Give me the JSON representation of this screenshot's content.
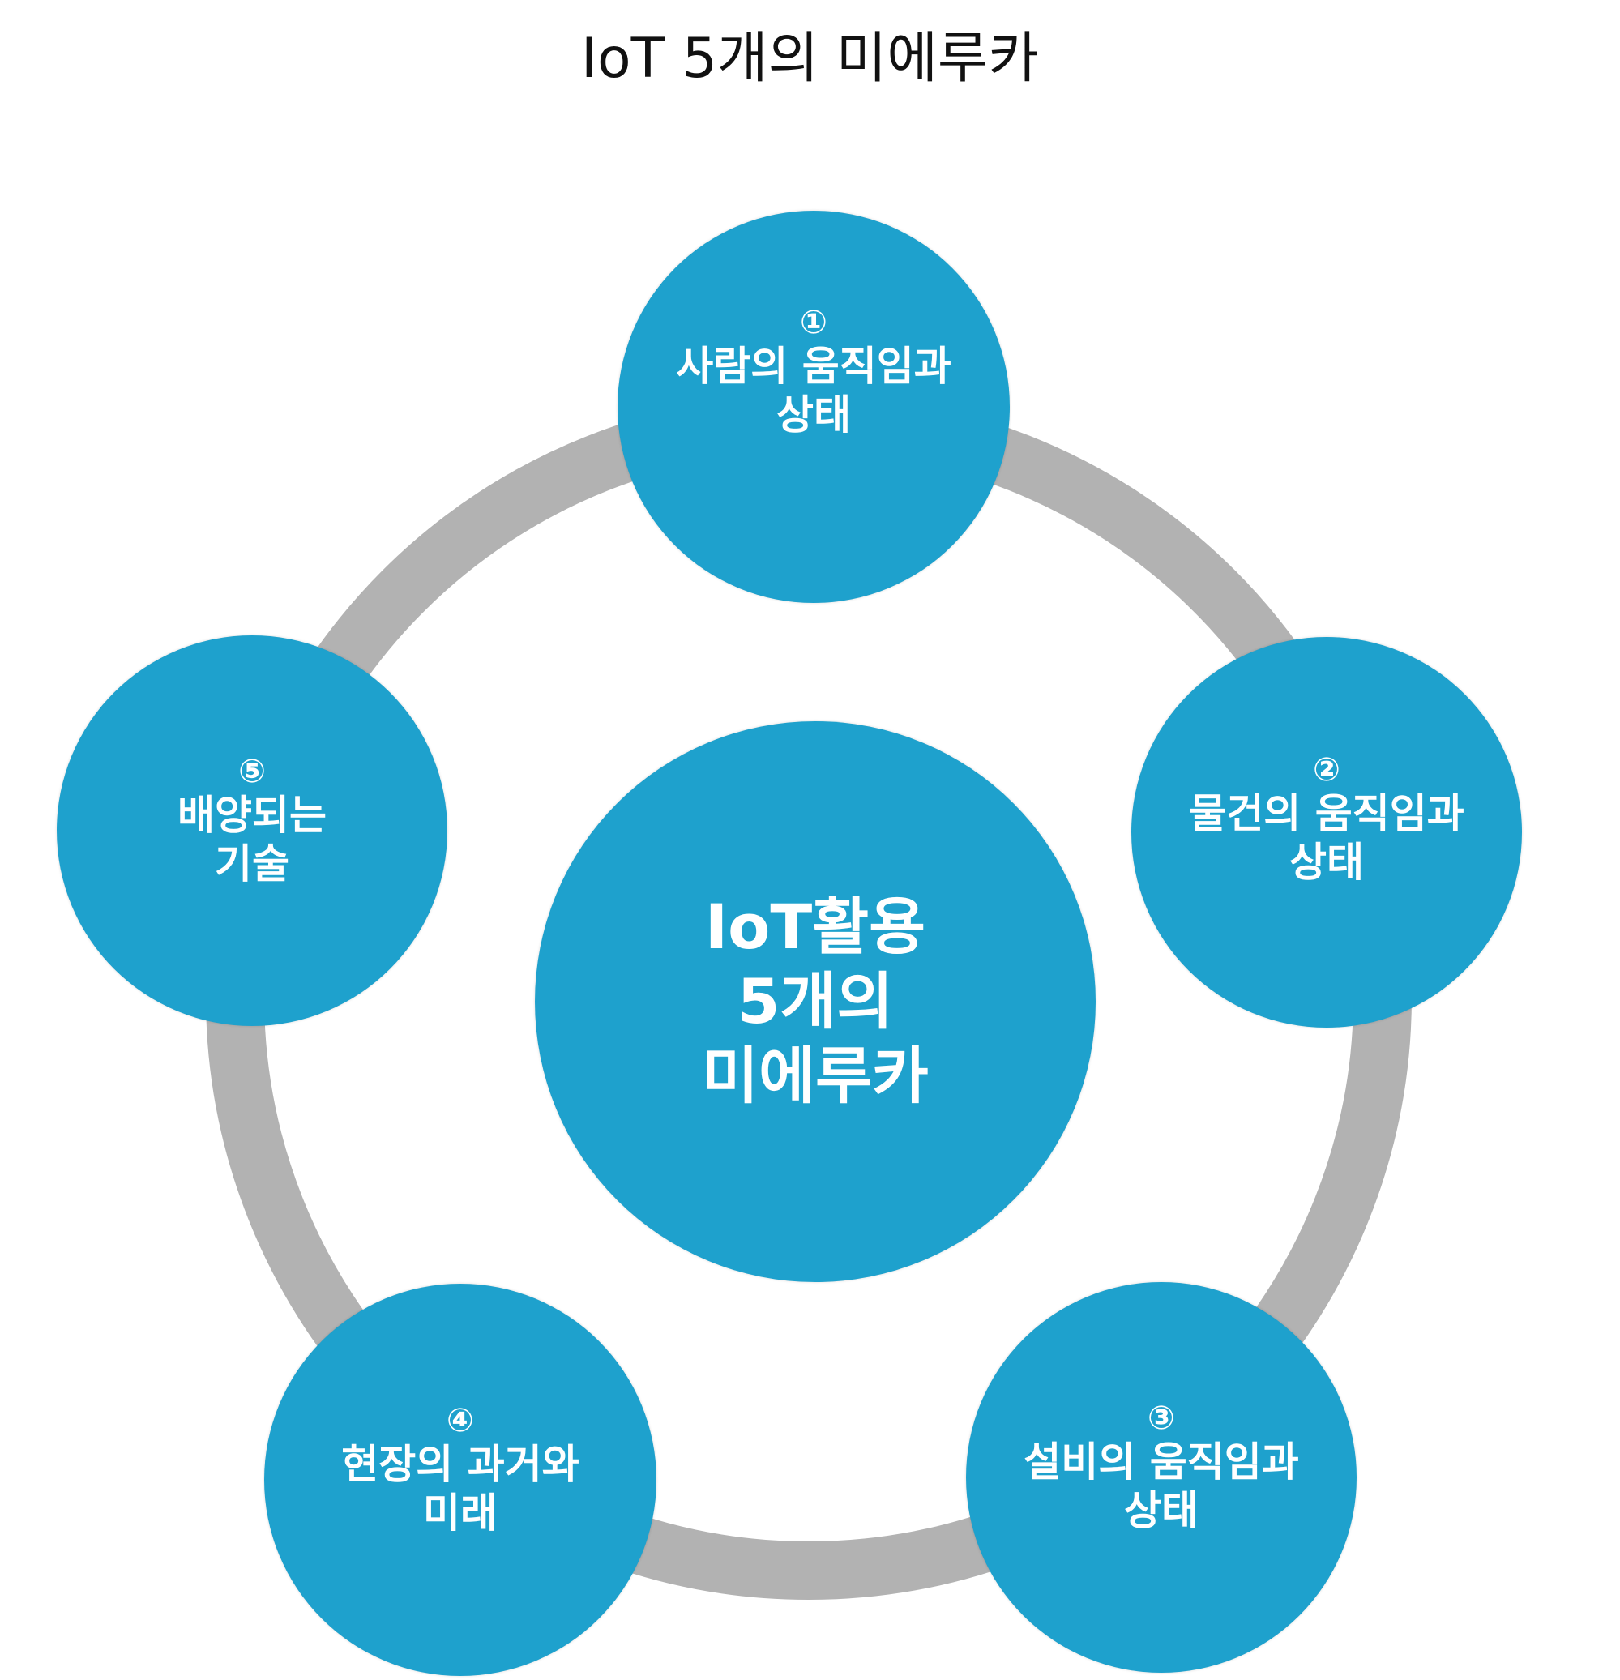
{
  "title": "IoT 5개의 미에루카",
  "center": {
    "label": "IoT활용\n5개의\n미에루카"
  },
  "nodes": [
    {
      "num": "①",
      "label": "사람의 움직임과\n상태"
    },
    {
      "num": "②",
      "label": "물건의 움직임과\n상태"
    },
    {
      "num": "③",
      "label": "설비의 움직임과\n상태"
    },
    {
      "num": "④",
      "label": "현장의 과거와\n미래"
    },
    {
      "num": "⑤",
      "label": "배양되는\n기술"
    }
  ],
  "colors": {
    "node": "#1ea1cd",
    "ring": "#b2b2b2",
    "text": "#ffffff"
  }
}
